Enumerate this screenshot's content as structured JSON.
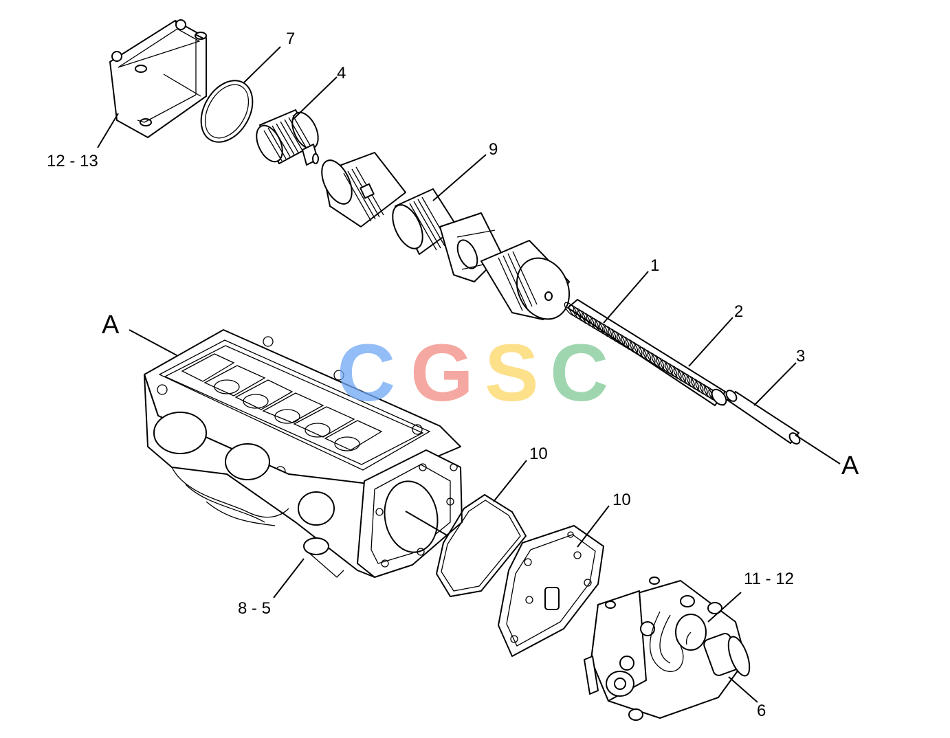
{
  "callouts": {
    "c_12_13": "12 - 13",
    "c_7": "7",
    "c_4": "4",
    "c_9": "9",
    "c_1": "1",
    "c_2": "2",
    "c_3": "3",
    "c_A_left": "A",
    "c_A_right": "A",
    "c_10_a": "10",
    "c_10_b": "10",
    "c_8_5": "8 - 5",
    "c_11_12": "11 - 12",
    "c_6": "6"
  },
  "watermark": {
    "letters": [
      "C",
      "G",
      "S",
      "C"
    ],
    "colors": [
      "#6fa8f5",
      "#f28b82",
      "#fdd663",
      "#81c995"
    ]
  }
}
